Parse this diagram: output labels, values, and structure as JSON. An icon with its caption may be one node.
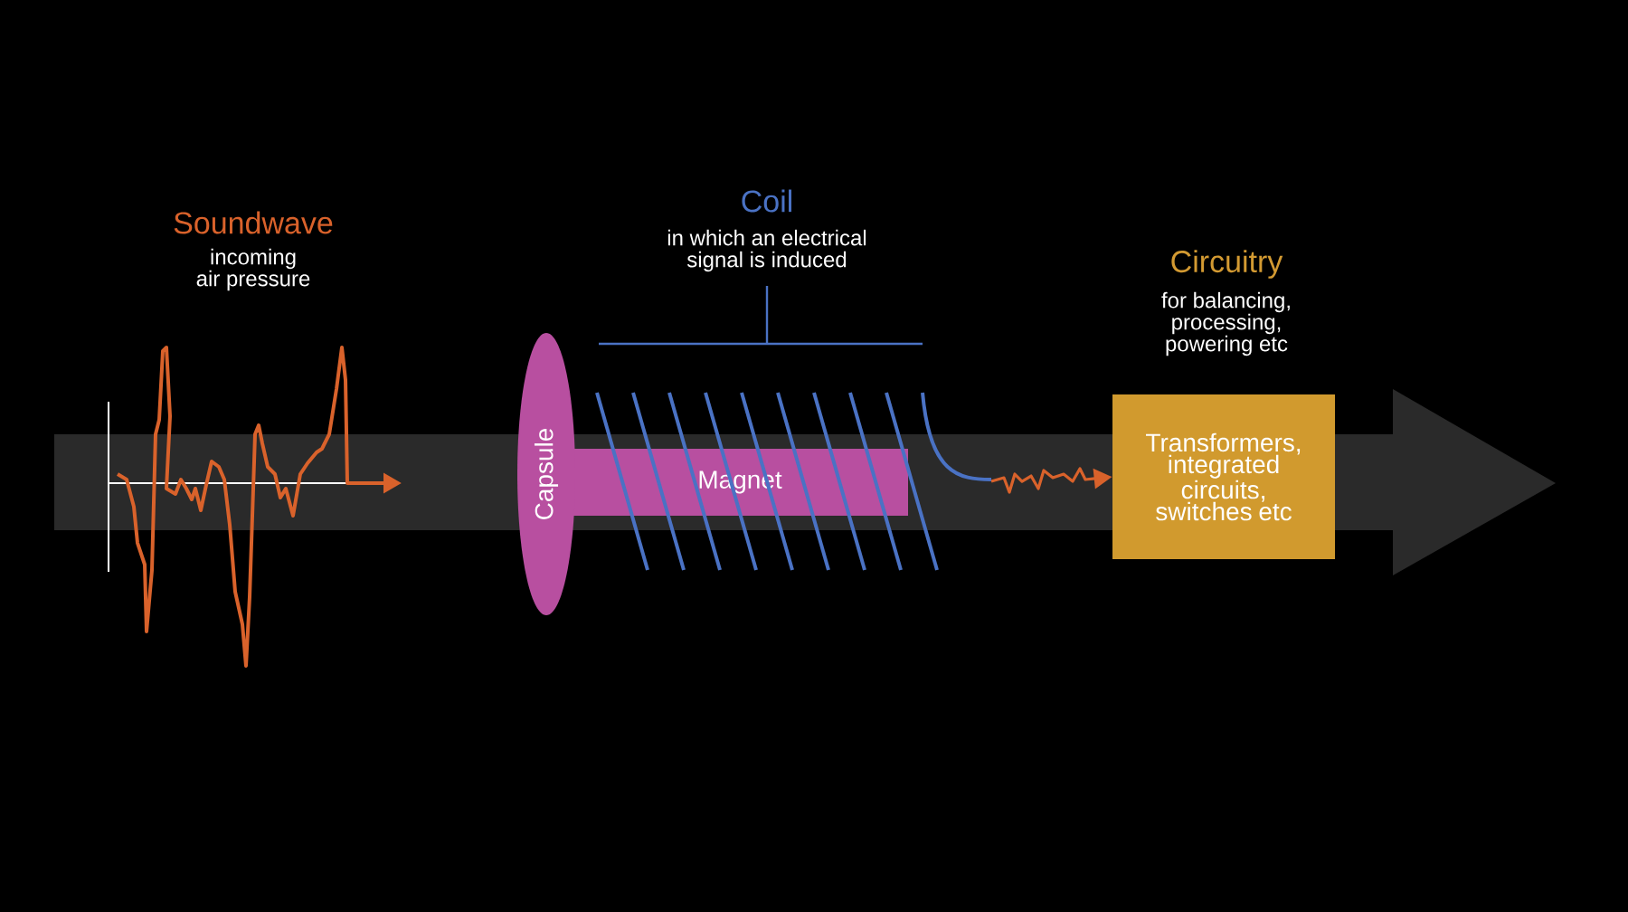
{
  "diagram": {
    "nodes": [
      {
        "text": [
          "Capsule"
        ]
      },
      {
        "text": [
          "Magnet"
        ]
      },
      {
        "text": [
          "Transformers, integrated circuits, switches etc"
        ]
      },
      {
        "text": [],
        "shape": "coil"
      }
    ],
    "edges": [
      {
        "from": 3,
        "to": 2,
        "arrow": "to",
        "color": "#d9622b"
      }
    ],
    "labels": [
      "Soundwave",
      "incoming air pressure",
      "Coil",
      "in which an electrical signal is induced",
      "Circuitry",
      "for balancing, processing, powering etc"
    ]
  }
}
